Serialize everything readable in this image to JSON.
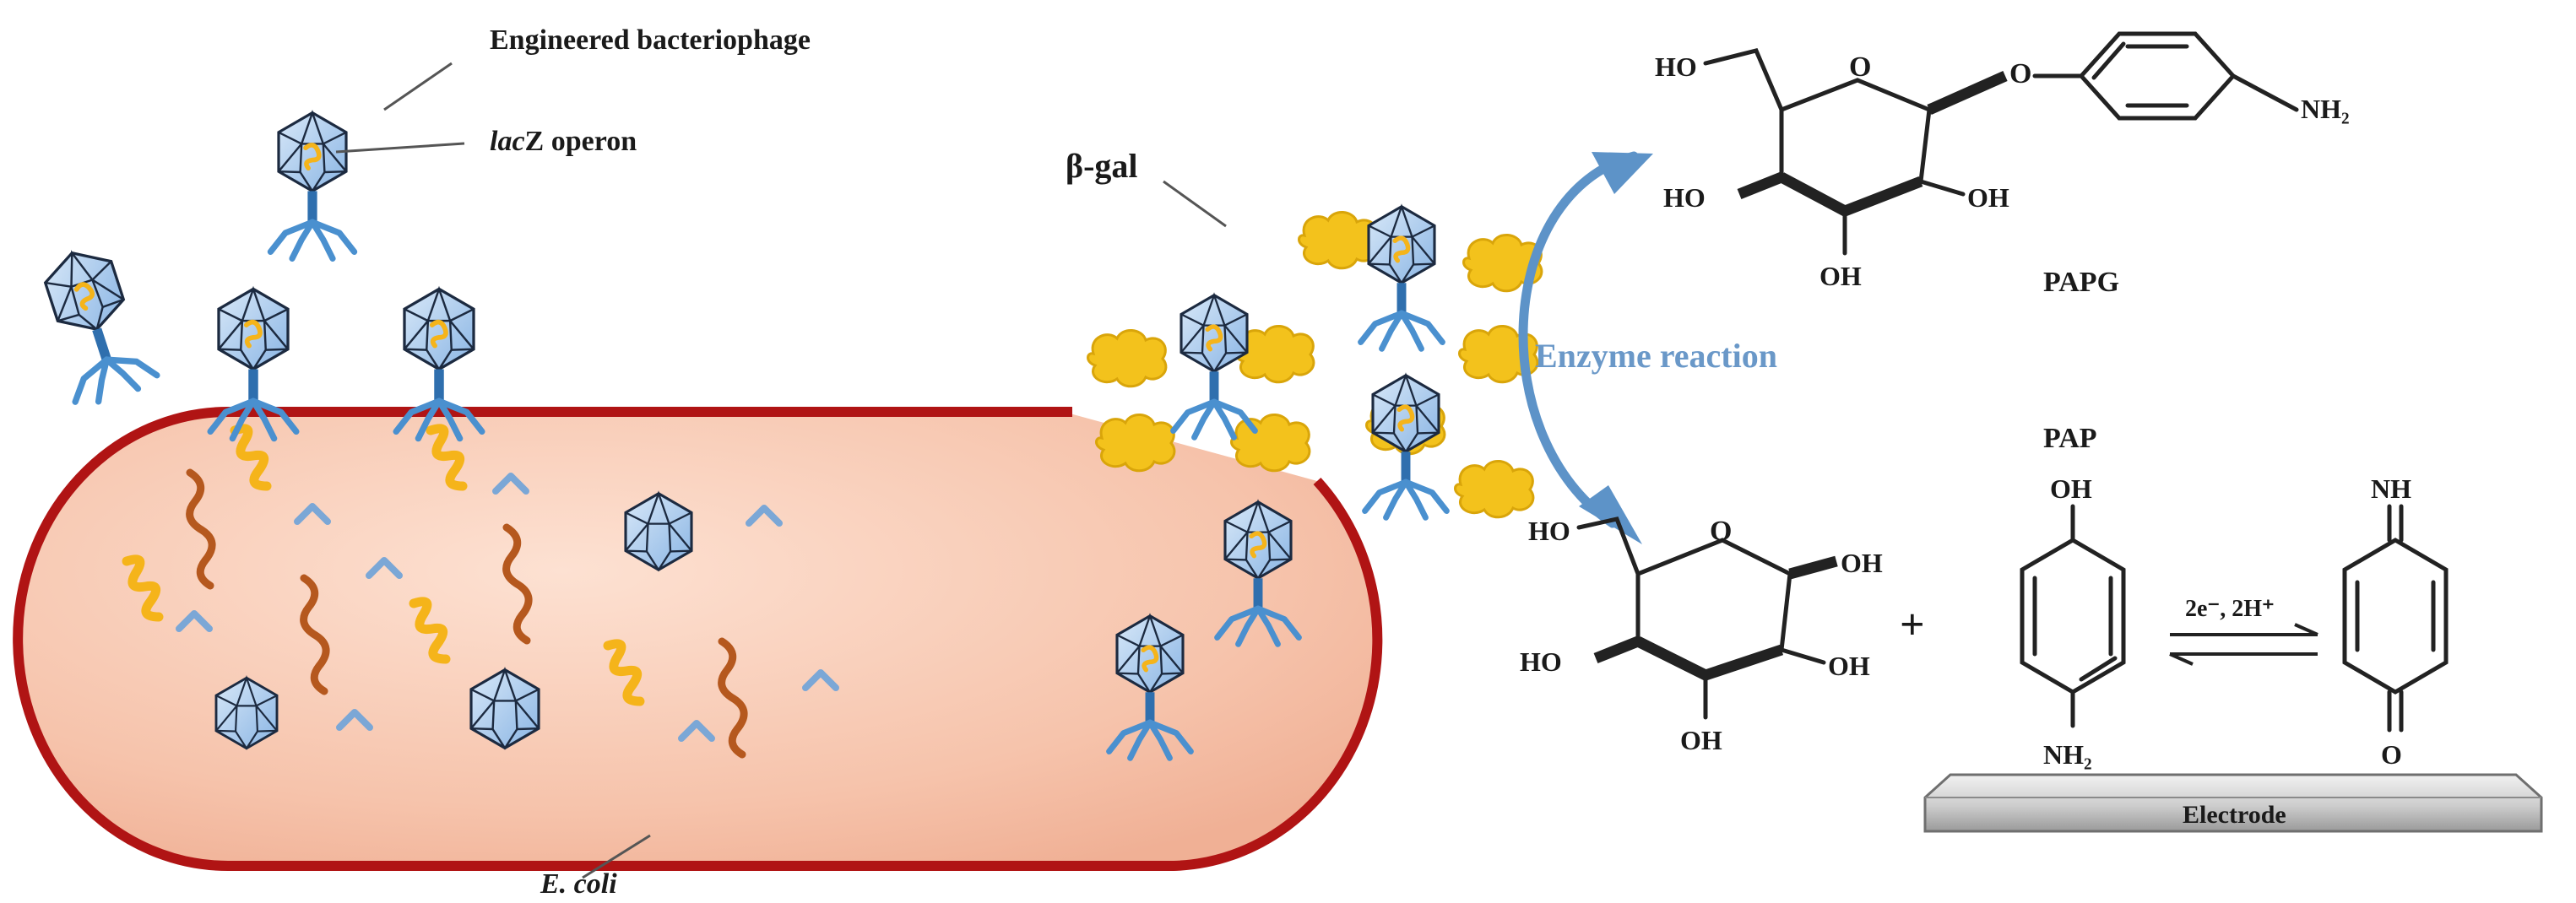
{
  "labels": {
    "phage": "Engineered bacteriophage",
    "operon_italic": "lac",
    "operon_rest": "Z operon",
    "ecoli": "E. coli",
    "bgal": "β-gal",
    "enzyme_reaction": "Enzyme reaction",
    "papg": "PAPG",
    "pap": "PAP",
    "electrode": "Electrode",
    "plus": "+",
    "electron_transfer": "2e⁻, 2H⁺"
  },
  "chem": {
    "HO": "HO",
    "OH": "OH",
    "O": "O",
    "NH": "NH",
    "NH2": "NH₂"
  },
  "colors": {
    "cell_membrane": "#b01414",
    "cell_fill": "#f6c3ab",
    "phage_head": "#a9c9ee",
    "phage_tail": "#3f86c6",
    "enzyme": "#f2c21a",
    "dna": "#f5b41a",
    "mrna": "#b5581e",
    "arrow": "#5d93c8",
    "electrode": "#cfcfcf"
  },
  "icons": [
    "bacteriophage-icon",
    "enzyme-blob-icon",
    "dna-strand-icon",
    "reaction-arrow-icon"
  ]
}
